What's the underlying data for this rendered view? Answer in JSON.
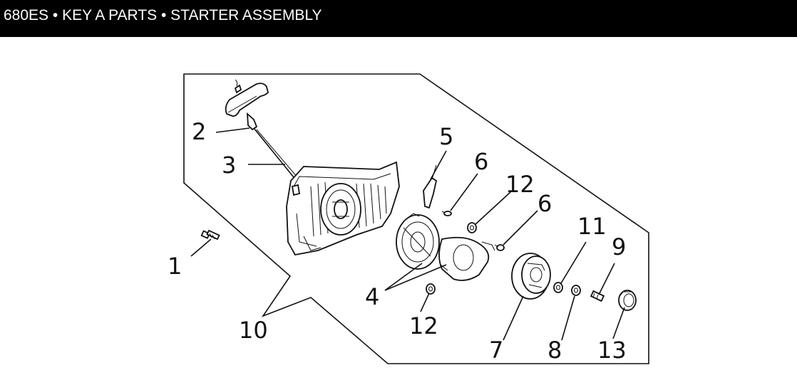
{
  "header": {
    "title": "680ES • KEY A PARTS • STARTER ASSEMBLY"
  },
  "colors": {
    "header_bg": "#000000",
    "header_text": "#ffffff",
    "line": "#111111"
  },
  "callouts": {
    "c1": "1",
    "c2": "2",
    "c3": "3",
    "c4": "4",
    "c5": "5",
    "c6a": "6",
    "c6b": "6",
    "c7": "7",
    "c8": "8",
    "c9": "9",
    "c10": "10",
    "c11": "11",
    "c12a": "12",
    "c12b": "12",
    "c13": "13"
  }
}
